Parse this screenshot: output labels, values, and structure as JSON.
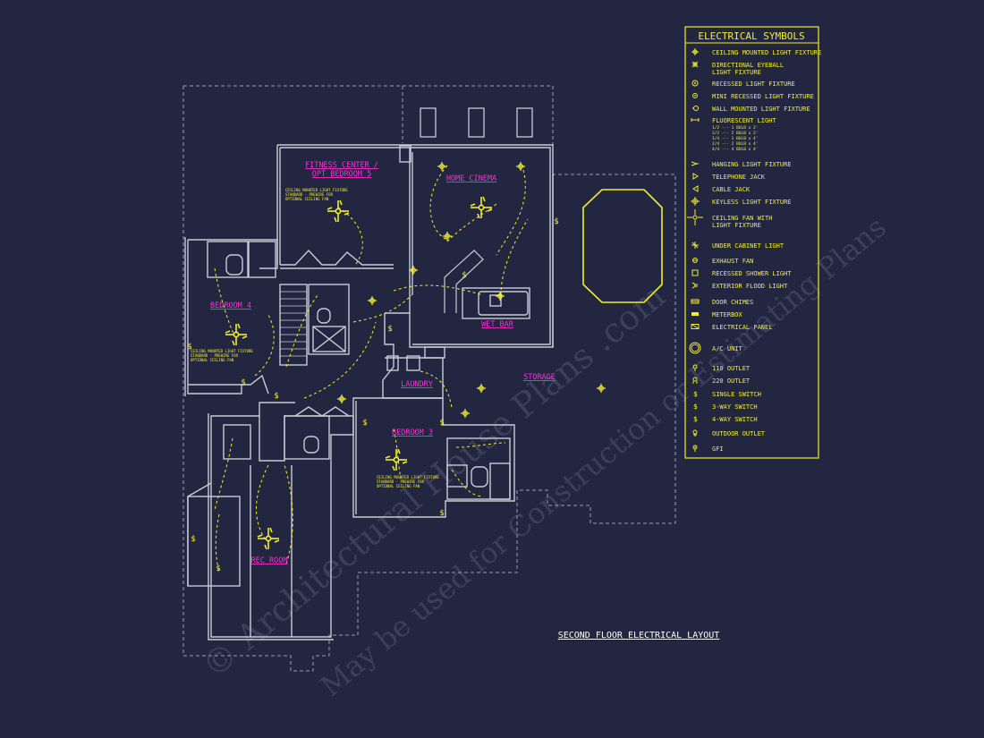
{
  "colors": {
    "background": "#222640",
    "walls": "#c9cbd6",
    "dashed": "#9a9db0",
    "electrical": "#f2ee2b",
    "room_labels": "#ff2bd6",
    "title_text": "#ffffff",
    "watermark": "#5a5f7a"
  },
  "legend": {
    "title": "ELECTRICAL SYMBOLS",
    "fluorescent_detail": [
      "1/2 --- 1 BULB x 2'",
      "2/2 --- 2 BULB x 2'",
      "1/4 --- 1 BULB x 4'",
      "2/4 --- 2 BULB x 4'",
      "4/4 --- 4 BULB x 4'"
    ],
    "items": [
      {
        "icon": "ceiling-light-icon",
        "lines": [
          "CEILING MOUNTED LIGHT FIXTURE"
        ]
      },
      {
        "icon": "eyeball-light-icon",
        "lines": [
          "DIRECTIONAL EYEBALL",
          "LIGHT FIXTURE"
        ]
      },
      {
        "icon": "recessed-light-icon",
        "lines": [
          "RECESSED LIGHT FIXTURE"
        ]
      },
      {
        "icon": "mini-recessed-light-icon",
        "lines": [
          "MINI RECESSED LIGHT FIXTURE"
        ]
      },
      {
        "icon": "wall-light-icon",
        "lines": [
          "WALL MOUNTED LIGHT FIXTURE"
        ]
      },
      {
        "icon": "fluorescent-light-icon",
        "lines": [
          "FLUORESCENT LIGHT"
        ]
      },
      {
        "icon": "hanging-light-icon",
        "lines": [
          "HANGING LIGHT FIXTURE"
        ]
      },
      {
        "icon": "telephone-jack-icon",
        "lines": [
          "TELEPHONE JACK"
        ]
      },
      {
        "icon": "cable-jack-icon",
        "lines": [
          "CABLE JACK"
        ]
      },
      {
        "icon": "keyless-light-icon",
        "lines": [
          "KEYLESS LIGHT FIXTURE"
        ]
      },
      {
        "icon": "ceiling-fan-light-icon",
        "lines": [
          "CEILING FAN WITH",
          "LIGHT FIXTURE"
        ]
      },
      {
        "icon": "under-cabinet-light-icon",
        "lines": [
          "UNDER CABINET LIGHT"
        ]
      },
      {
        "icon": "exhaust-fan-icon",
        "lines": [
          "EXHAUST FAN"
        ]
      },
      {
        "icon": "recessed-shower-light-icon",
        "lines": [
          "RECESSED SHOWER LIGHT"
        ]
      },
      {
        "icon": "flood-light-icon",
        "lines": [
          "EXTERIOR FLOOD LIGHT"
        ]
      },
      {
        "icon": "door-chimes-icon",
        "lines": [
          "DOOR CHIMES"
        ]
      },
      {
        "icon": "meterbox-icon",
        "lines": [
          "METERBOX"
        ]
      },
      {
        "icon": "electrical-panel-icon",
        "lines": [
          "ELECTRICAL PANEL"
        ]
      },
      {
        "icon": "ac-unit-icon",
        "lines": [
          "A/C UNIT"
        ]
      },
      {
        "icon": "outlet-110-icon",
        "lines": [
          "110 OUTLET"
        ]
      },
      {
        "icon": "outlet-220-icon",
        "lines": [
          "220 OUTLET"
        ]
      },
      {
        "icon": "single-switch-icon",
        "lines": [
          "SINGLE SWITCH"
        ]
      },
      {
        "icon": "three-way-switch-icon",
        "lines": [
          "3-WAY SWITCH"
        ]
      },
      {
        "icon": "four-way-switch-icon",
        "lines": [
          "4-WAY SWITCH"
        ]
      },
      {
        "icon": "outdoor-outlet-icon",
        "lines": [
          "OUTDOOR OUTLET"
        ]
      },
      {
        "icon": "gfi-icon",
        "lines": [
          "GFI"
        ]
      }
    ]
  },
  "rooms": {
    "fitness_center": [
      "FITNESS CENTER /",
      "OPT BEDROOM 5"
    ],
    "home_cinema": "HOME CINEMA",
    "bedroom_4": "BEDROOM 4",
    "wet_bar": "WET BAR",
    "laundry": "LAUNDRY",
    "storage": "STORAGE",
    "bedroom_3": "BEDROOM 3",
    "rec_room": "REC ROOM"
  },
  "notes": {
    "fan_note": [
      "CEILING MOUNTED LIGHT FIXTURE",
      "STANDARD - PREWIRE FOR",
      "OPTIONAL CEILING FAN"
    ]
  },
  "drawing_title": "SECOND FLOOR ELECTRICAL LAYOUT",
  "watermark": {
    "line1": "© Architectural House Plans .com",
    "line2": "May be used for Construction or Estimating Plans"
  }
}
